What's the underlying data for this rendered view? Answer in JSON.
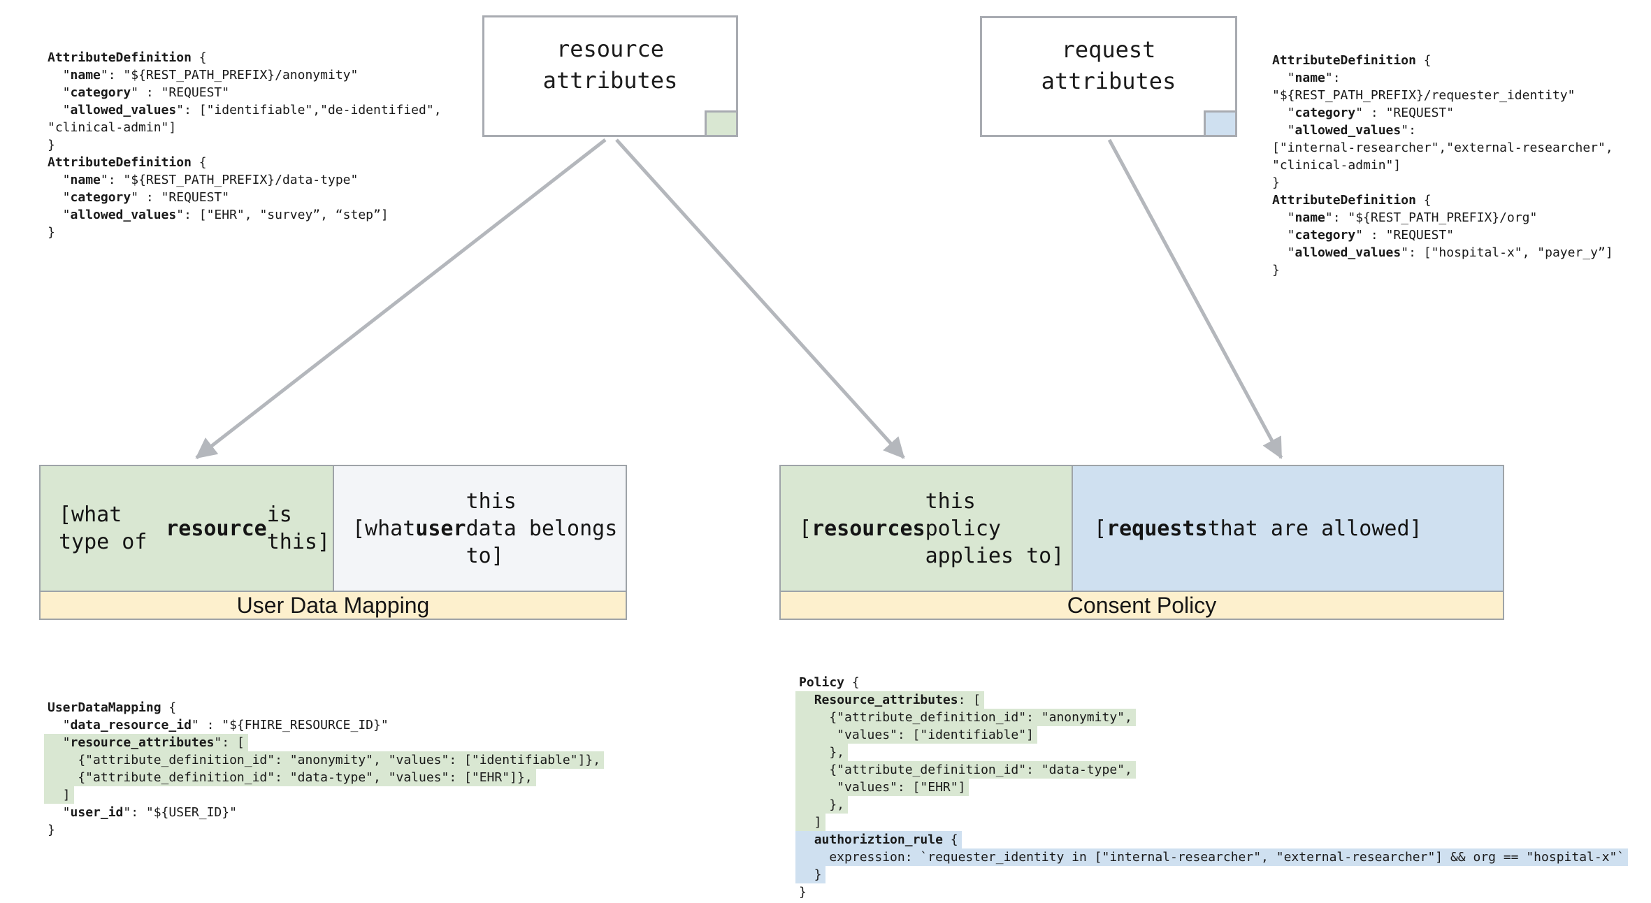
{
  "colors": {
    "green_fill": "#d9e7d2",
    "blue_fill": "#cfe0f0",
    "yellow_banner": "#fdf0cd",
    "light_cell": "#f3f5f8",
    "border_gray": "#9ea3a8",
    "arrow_gray": "#b4b7bc"
  },
  "boxes": {
    "resource": {
      "label": "resource\nattributes"
    },
    "request": {
      "label": "request\nattributes"
    }
  },
  "tables": {
    "user_data_mapping": {
      "title": "User Data Mapping",
      "cells": [
        {
          "segments": [
            {
              "t": "[what type of\n"
            },
            {
              "t": "resource",
              "b": true
            },
            {
              "t": " is this]"
            }
          ]
        },
        {
          "segments": [
            {
              "t": "[what "
            },
            {
              "t": "user",
              "b": true
            },
            {
              "t": " this\ndata belongs to]"
            }
          ]
        }
      ]
    },
    "consent_policy": {
      "title": "Consent Policy",
      "cells": [
        {
          "segments": [
            {
              "t": "["
            },
            {
              "t": "resources",
              "b": true
            },
            {
              "t": " this\npolicy applies to]"
            }
          ]
        },
        {
          "segments": [
            {
              "t": "["
            },
            {
              "t": "requests",
              "b": true
            },
            {
              "t": " that are allowed]"
            }
          ]
        }
      ]
    }
  },
  "code_blocks": {
    "attr_def_left": {
      "lines": [
        {
          "segments": [
            {
              "t": "AttributeDefinition",
              "b": true
            },
            {
              "t": " {"
            }
          ]
        },
        {
          "segments": [
            {
              "t": "  \""
            },
            {
              "t": "name",
              "b": true
            },
            {
              "t": "\": \"${REST_PATH_PREFIX}/anonymity\""
            }
          ]
        },
        {
          "segments": [
            {
              "t": "  \""
            },
            {
              "t": "category",
              "b": true
            },
            {
              "t": "\" : \"REQUEST\""
            }
          ]
        },
        {
          "segments": [
            {
              "t": "  \""
            },
            {
              "t": "allowed_values",
              "b": true
            },
            {
              "t": "\": [\"identifiable\",\"de-identified\","
            }
          ]
        },
        {
          "segments": [
            {
              "t": "\"clinical-admin\"]"
            }
          ]
        },
        {
          "segments": [
            {
              "t": "}"
            }
          ]
        },
        {
          "segments": [
            {
              "t": "AttributeDefinition",
              "b": true
            },
            {
              "t": " {"
            }
          ]
        },
        {
          "segments": [
            {
              "t": "  \""
            },
            {
              "t": "name",
              "b": true
            },
            {
              "t": "\": \"${REST_PATH_PREFIX}/data-type\""
            }
          ]
        },
        {
          "segments": [
            {
              "t": "  \""
            },
            {
              "t": "category",
              "b": true
            },
            {
              "t": "\" : \"REQUEST\""
            }
          ]
        },
        {
          "segments": [
            {
              "t": "  \""
            },
            {
              "t": "allowed_values",
              "b": true
            },
            {
              "t": "\": [\"EHR\", \"survey”, “step”]"
            }
          ]
        },
        {
          "segments": [
            {
              "t": "}"
            }
          ]
        }
      ]
    },
    "attr_def_right": {
      "lines": [
        {
          "segments": [
            {
              "t": "AttributeDefinition",
              "b": true
            },
            {
              "t": " {"
            }
          ]
        },
        {
          "segments": [
            {
              "t": "  \""
            },
            {
              "t": "name",
              "b": true
            },
            {
              "t": "\":"
            }
          ]
        },
        {
          "segments": [
            {
              "t": "\"${REST_PATH_PREFIX}/requester_identity\""
            }
          ]
        },
        {
          "segments": [
            {
              "t": "  \""
            },
            {
              "t": "category",
              "b": true
            },
            {
              "t": "\" : \"REQUEST\""
            }
          ]
        },
        {
          "segments": [
            {
              "t": "  \""
            },
            {
              "t": "allowed_values",
              "b": true
            },
            {
              "t": "\":"
            }
          ]
        },
        {
          "segments": [
            {
              "t": "[\"internal-researcher\",\"external-researcher\","
            }
          ]
        },
        {
          "segments": [
            {
              "t": "\"clinical-admin\"]"
            }
          ]
        },
        {
          "segments": [
            {
              "t": "}"
            }
          ]
        },
        {
          "segments": [
            {
              "t": "AttributeDefinition",
              "b": true
            },
            {
              "t": " {"
            }
          ]
        },
        {
          "segments": [
            {
              "t": "  \""
            },
            {
              "t": "name",
              "b": true
            },
            {
              "t": "\": \"${REST_PATH_PREFIX}/org\""
            }
          ]
        },
        {
          "segments": [
            {
              "t": "  \""
            },
            {
              "t": "category",
              "b": true
            },
            {
              "t": "\" : \"REQUEST\""
            }
          ]
        },
        {
          "segments": [
            {
              "t": "  \""
            },
            {
              "t": "allowed_values",
              "b": true
            },
            {
              "t": "\": [\"hospital-x\", \"payer_y”]"
            }
          ]
        },
        {
          "segments": [
            {
              "t": "}"
            }
          ]
        }
      ]
    },
    "user_data_mapping_code": {
      "lines": [
        {
          "segments": [
            {
              "t": "UserDataMapping",
              "b": true
            },
            {
              "t": " {"
            }
          ]
        },
        {
          "segments": [
            {
              "t": "  \""
            },
            {
              "t": "data_resource_id",
              "b": true
            },
            {
              "t": "\" : \"${FHIRE_RESOURCE_ID}\""
            }
          ]
        },
        {
          "hl": "green",
          "segments": [
            {
              "t": "  \""
            },
            {
              "t": "resource_attributes",
              "b": true
            },
            {
              "t": "\": ["
            }
          ]
        },
        {
          "hl": "green",
          "segments": [
            {
              "t": "    {\"attribute_definition_id\": \"anonymity\", \"values\": [\"identifiable\"]},"
            }
          ]
        },
        {
          "hl": "green",
          "segments": [
            {
              "t": "    {\"attribute_definition_id\": \"data-type\", \"values\": [\"EHR\"]},"
            }
          ]
        },
        {
          "hl": "green",
          "segments": [
            {
              "t": "  ]"
            }
          ]
        },
        {
          "segments": [
            {
              "t": "  \""
            },
            {
              "t": "user_id",
              "b": true
            },
            {
              "t": "\": \"${USER_ID}\""
            }
          ]
        },
        {
          "segments": [
            {
              "t": "}"
            }
          ]
        }
      ]
    },
    "policy_code": {
      "lines": [
        {
          "segments": [
            {
              "t": "Policy",
              "b": true
            },
            {
              "t": " {"
            }
          ]
        },
        {
          "hl": "green",
          "segments": [
            {
              "t": "  "
            },
            {
              "t": "Resource_attributes",
              "b": true
            },
            {
              "t": ": ["
            }
          ]
        },
        {
          "hl": "green",
          "segments": [
            {
              "t": "    {\"attribute_definition_id\": \"anonymity\","
            }
          ]
        },
        {
          "hl": "green",
          "segments": [
            {
              "t": "     \"values\": [\"identifiable\"]"
            }
          ]
        },
        {
          "hl": "green",
          "segments": [
            {
              "t": "    },"
            }
          ]
        },
        {
          "hl": "green",
          "segments": [
            {
              "t": "    {\"attribute_definition_id\": \"data-type\","
            }
          ]
        },
        {
          "hl": "green",
          "segments": [
            {
              "t": "     \"values\": [\"EHR\"]"
            }
          ]
        },
        {
          "hl": "green",
          "segments": [
            {
              "t": "    },"
            }
          ]
        },
        {
          "hl": "green",
          "segments": [
            {
              "t": "  ]"
            }
          ]
        },
        {
          "hl": "blue",
          "segments": [
            {
              "t": "  "
            },
            {
              "t": "authoriztion_rule",
              "b": true
            },
            {
              "t": " {"
            }
          ]
        },
        {
          "hl": "blue",
          "segments": [
            {
              "t": "    expression: `requester_identity in [\"internal-researcher\", \"external-researcher\"] && org == \"hospital-x\"`"
            }
          ]
        },
        {
          "hl": "blue",
          "segments": [
            {
              "t": "  }"
            }
          ]
        },
        {
          "segments": [
            {
              "t": "}"
            }
          ]
        }
      ]
    }
  }
}
